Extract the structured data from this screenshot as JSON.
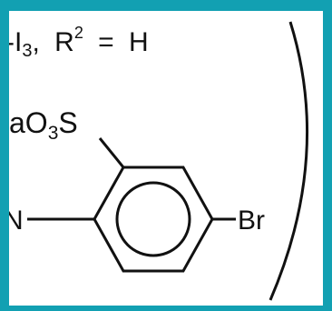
{
  "substituent_definition": {
    "lead_fragment": "-I",
    "lead_subscript": "3",
    "separator": ",",
    "r_symbol": "R",
    "r_superscript": "2",
    "equals": "=",
    "value": "H"
  },
  "sulfonate_label": {
    "prefix": "aO",
    "subscript": "3",
    "atom": "S"
  },
  "left_atom_label": "N",
  "right_atom_label": "Br",
  "colors": {
    "background": "#12a0b2",
    "panel": "#ffffff",
    "ink": "#111111"
  }
}
